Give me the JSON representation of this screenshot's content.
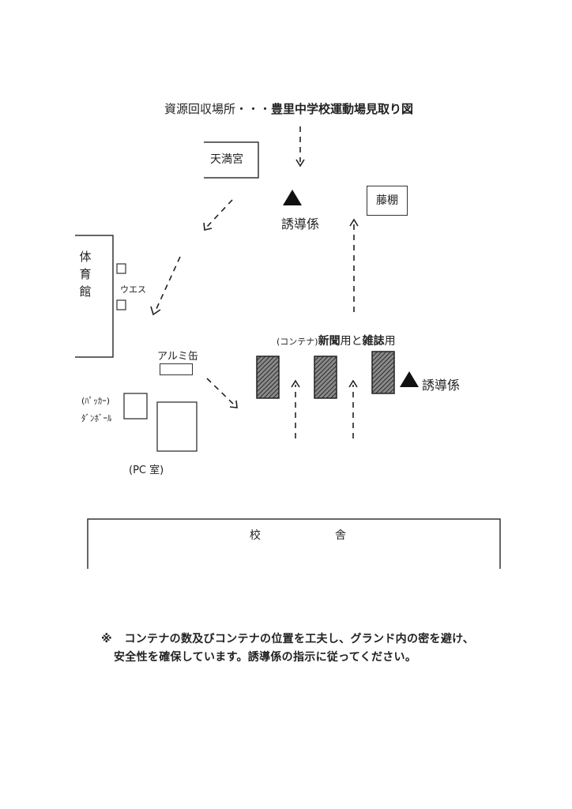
{
  "title": {
    "prefix": "資源回収場所・・・",
    "main": "豊里中学校運動場見取り図"
  },
  "labels": {
    "shrine": "天満宮",
    "wisteria": "藤棚",
    "guide_top": "誘導係",
    "guide_right": "誘導係",
    "gym_chars": [
      "体",
      "育",
      "館"
    ],
    "waste": "ウエス",
    "aluminum": "アルミ缶",
    "packer": "(ﾊﾟｯｶｰ)",
    "cardboard": "ﾀﾞﾝﾎﾞｰﾙ",
    "pc_room": "(PC 室)",
    "containers_prefix": "(コンテナ)",
    "containers_news": "新聞",
    "containers_mid": "用と",
    "containers_magazine": "雑誌",
    "containers_suffix": "用",
    "school_a": "校",
    "school_b": "舎"
  },
  "note": {
    "mark": "※",
    "line1": "コンテナの数及びコンテナの位置を工夫し、グランド内の密を避け、",
    "line2": "安全性を確保しています。誘導係の指示に従ってください。"
  },
  "colors": {
    "ink": "#222222",
    "container_fill": "#555555"
  }
}
